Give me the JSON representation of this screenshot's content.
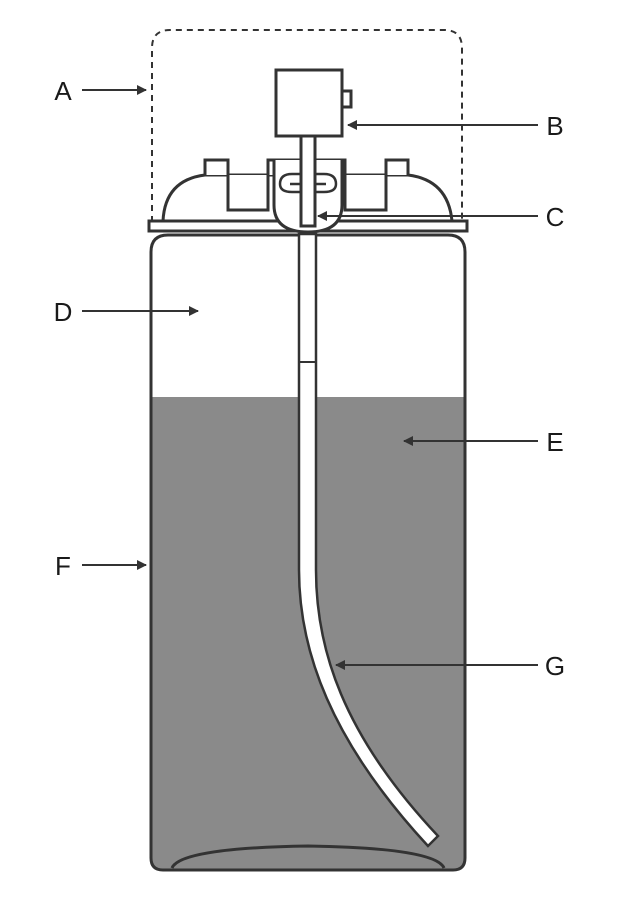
{
  "diagram": {
    "colors": {
      "outline": "#333333",
      "liquid": "#8a8a8a",
      "background": "#ffffff",
      "text": "#1a1a1a"
    },
    "labels": {
      "a": "A",
      "b": "B",
      "c": "C",
      "d": "D",
      "e": "E",
      "f": "F",
      "g": "G"
    }
  }
}
